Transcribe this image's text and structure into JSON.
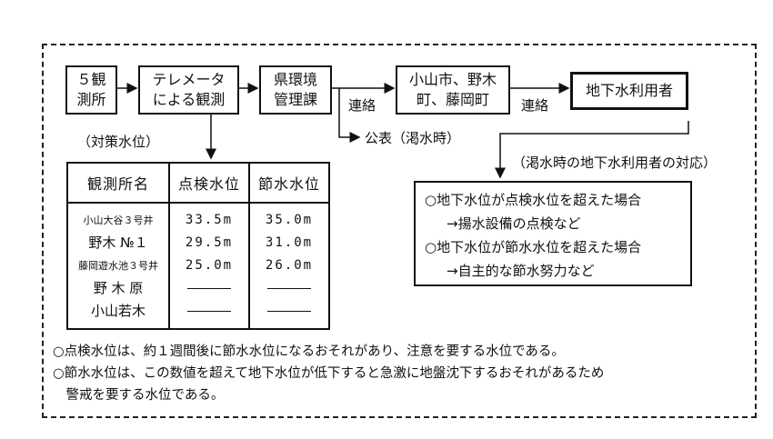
{
  "boxes": {
    "b1": "５観\n測所",
    "b2": "テレメータ\nによる観測",
    "b3": "県環境\n管理課",
    "b4": "小山市、野木\n町、藤岡町",
    "b5": "地下水利用者"
  },
  "labels": {
    "renraku1": "連絡",
    "renraku2": "連絡",
    "kouhyou": "公表（渇水時）",
    "taisaku": "（対策水位）",
    "katsusui_taiou": "（渇水時の地下水利用者の対応）"
  },
  "table": {
    "headers": [
      "観測所名",
      "点検水位",
      "節水水位"
    ],
    "rows": [
      {
        "name": "小山大谷３号井",
        "small": true,
        "check": "33.5m",
        "save": "35.0m"
      },
      {
        "name": "野木 №１",
        "small": false,
        "check": "29.5m",
        "save": "31.0m"
      },
      {
        "name": "藤岡遊水池３号井",
        "small": true,
        "check": "25.0m",
        "save": "26.0m"
      },
      {
        "name": "野 木 原",
        "small": false,
        "check": "",
        "save": ""
      },
      {
        "name": "小山若木",
        "small": false,
        "check": "",
        "save": ""
      }
    ]
  },
  "response": [
    "○地下水位が点検水位を超えた場合",
    "→揚水設備の点検など",
    "○地下水位が節水水位を超えた場合",
    "→自主的な節水努力など"
  ],
  "notes": [
    "○点検水位は、約１週間後に節水水位になるおそれがあり、注意を要する水位である。",
    "○節水水位は、この数値を超えて地下水位が低下すると急激に地盤沈下するおそれがあるため",
    "　警戒を要する水位である。"
  ]
}
